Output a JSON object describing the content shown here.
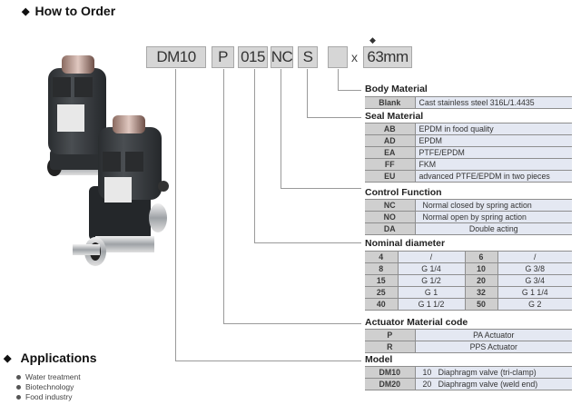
{
  "headings": {
    "how_to_order": "How to Order",
    "applications": "Applications"
  },
  "applications": [
    "Water treatment",
    "Biotechnology",
    "Food industry"
  ],
  "order_code": {
    "boxes": [
      "DM10",
      "P",
      "015",
      "NC",
      "S",
      ""
    ],
    "separator": "x",
    "length": "63mm"
  },
  "sections": {
    "body_material": {
      "title": "Body Material",
      "rows": [
        {
          "code": "Blank",
          "desc": "Cast stainless steel 316L/1.4435"
        }
      ]
    },
    "seal_material": {
      "title": "Seal Material",
      "rows": [
        {
          "code": "AB",
          "desc": "EPDM in food quality"
        },
        {
          "code": "AD",
          "desc": "EPDM"
        },
        {
          "code": "EA",
          "desc": "PTFE/EPDM"
        },
        {
          "code": "FF",
          "desc": "FKM"
        },
        {
          "code": "EU",
          "desc": "advanced PTFE/EPDM in two pieces"
        }
      ]
    },
    "control_function": {
      "title": "Control Function",
      "rows": [
        {
          "code": "NC",
          "desc": "Normal closed by spring action"
        },
        {
          "code": "NO",
          "desc": "Normal open by spring action"
        },
        {
          "code": "DA",
          "desc": "Double acting"
        }
      ]
    },
    "nominal_diameter": {
      "title": "Nominal diameter",
      "rows": [
        {
          "dn1": "4",
          "thread1": "/",
          "dn2": "6",
          "thread2": "/"
        },
        {
          "dn1": "8",
          "thread1": "G 1/4",
          "dn2": "10",
          "thread2": "G 3/8"
        },
        {
          "dn1": "15",
          "thread1": "G 1/2",
          "dn2": "20",
          "thread2": "G 3/4"
        },
        {
          "dn1": "25",
          "thread1": "G 1",
          "dn2": "32",
          "thread2": "G 1 1/4"
        },
        {
          "dn1": "40",
          "thread1": "G 1 1/2",
          "dn2": "50",
          "thread2": "G 2"
        }
      ]
    },
    "actuator_material": {
      "title": "Actuator Material code",
      "rows": [
        {
          "code": "P",
          "desc": "PA Actuator"
        },
        {
          "code": "R",
          "desc": "PPS Actuator"
        }
      ]
    },
    "model": {
      "title": "Model",
      "rows": [
        {
          "code": "DM10",
          "desc": "10   Diaphragm valve (tri-clamp)"
        },
        {
          "code": "DM20",
          "desc": "20   Diaphragm valve (weld end)"
        }
      ]
    }
  },
  "product_image": "diaphragm-valves-photo"
}
